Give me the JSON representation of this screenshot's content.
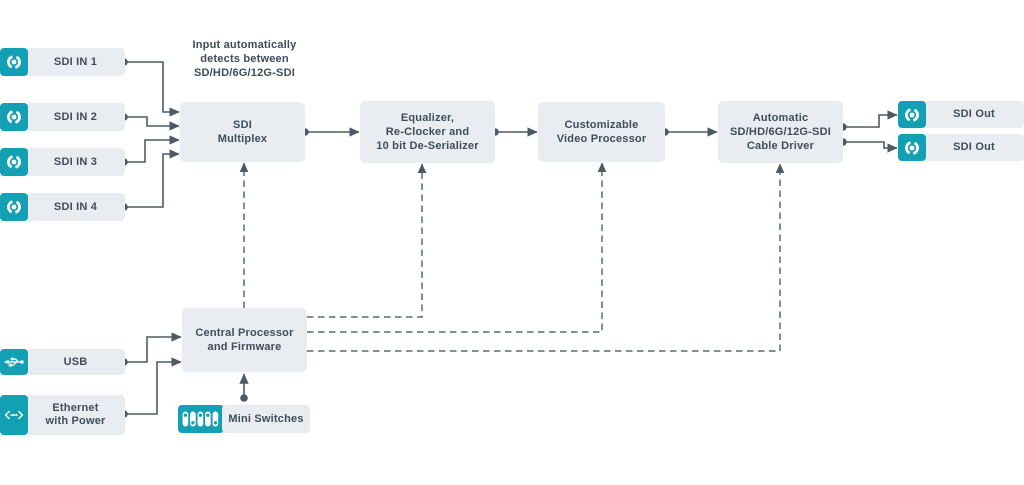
{
  "diagram": {
    "annotation_lines": [
      "Input automatically",
      "detects between",
      "SD/HD/6G/12G-SDI"
    ],
    "inputs": [
      {
        "label": "SDI IN 1",
        "icon": "sdi-connector-icon"
      },
      {
        "label": "SDI IN 2",
        "icon": "sdi-connector-icon"
      },
      {
        "label": "SDI IN 3",
        "icon": "sdi-connector-icon"
      },
      {
        "label": "SDI IN 4",
        "icon": "sdi-connector-icon"
      }
    ],
    "process_blocks": {
      "sdi_multiplex": [
        "SDI",
        "Multiplex"
      ],
      "equalizer": [
        "Equalizer,",
        "Re-Clocker and",
        "10 bit De-Serializer"
      ],
      "video_processor": [
        "Customizable",
        "Video Processor"
      ],
      "cable_driver": [
        "Automatic",
        "SD/HD/6G/12G-SDI",
        "Cable Driver"
      ],
      "central_processor": [
        "Central Processor",
        "and Firmware"
      ]
    },
    "outputs": [
      {
        "label": "SDI Out",
        "icon": "sdi-connector-icon"
      },
      {
        "label": "SDI Out",
        "icon": "sdi-connector-icon"
      }
    ],
    "peripherals": {
      "usb": {
        "label": "USB",
        "icon": "usb-icon"
      },
      "ethernet": {
        "lines": [
          "Ethernet",
          "with Power"
        ],
        "icon": "ethernet-icon"
      },
      "mini_switches": {
        "label": "Mini Switches",
        "icon": "dip-switches-icon"
      }
    },
    "colors": {
      "accent_teal": "#14A0B4",
      "block_fill": "#E9EDF1",
      "text_slate": "#3E4D59",
      "wire": "#4D5A66",
      "wire_dashed": "#5D6872"
    }
  }
}
